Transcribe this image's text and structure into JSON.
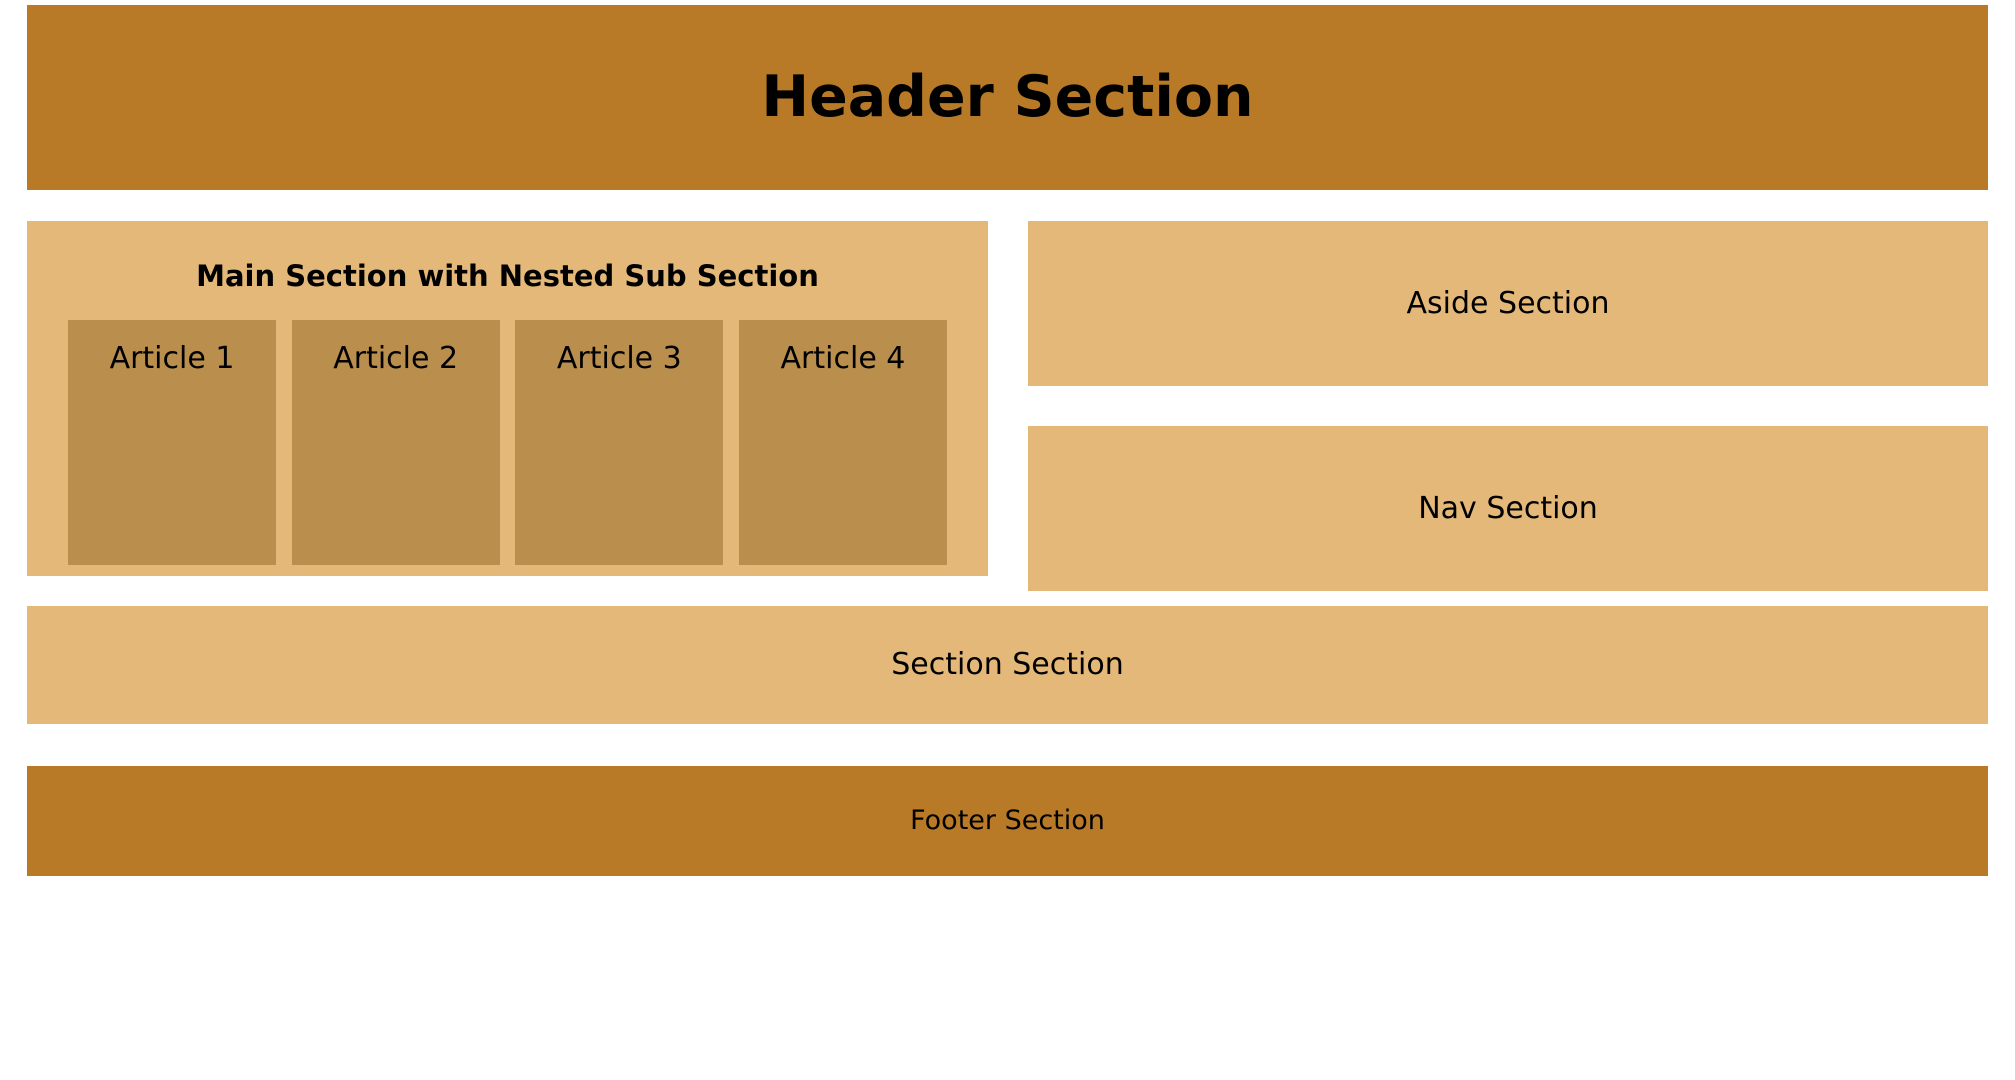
{
  "colors": {
    "page_background": "#ffffff",
    "header_footer": "#b87a27",
    "panel": "#e3b878",
    "article": "#ba8e4c",
    "text": "#000000"
  },
  "header": {
    "title": "Header Section"
  },
  "main": {
    "heading": "Main Section with Nested Sub Section",
    "articles": [
      {
        "label": "Article 1"
      },
      {
        "label": "Article 2"
      },
      {
        "label": "Article 3"
      },
      {
        "label": "Article 4"
      }
    ]
  },
  "aside": {
    "label": "Aside Section"
  },
  "nav": {
    "label": "Nav Section"
  },
  "section": {
    "label": "Section Section"
  },
  "footer": {
    "label": "Footer Section"
  }
}
